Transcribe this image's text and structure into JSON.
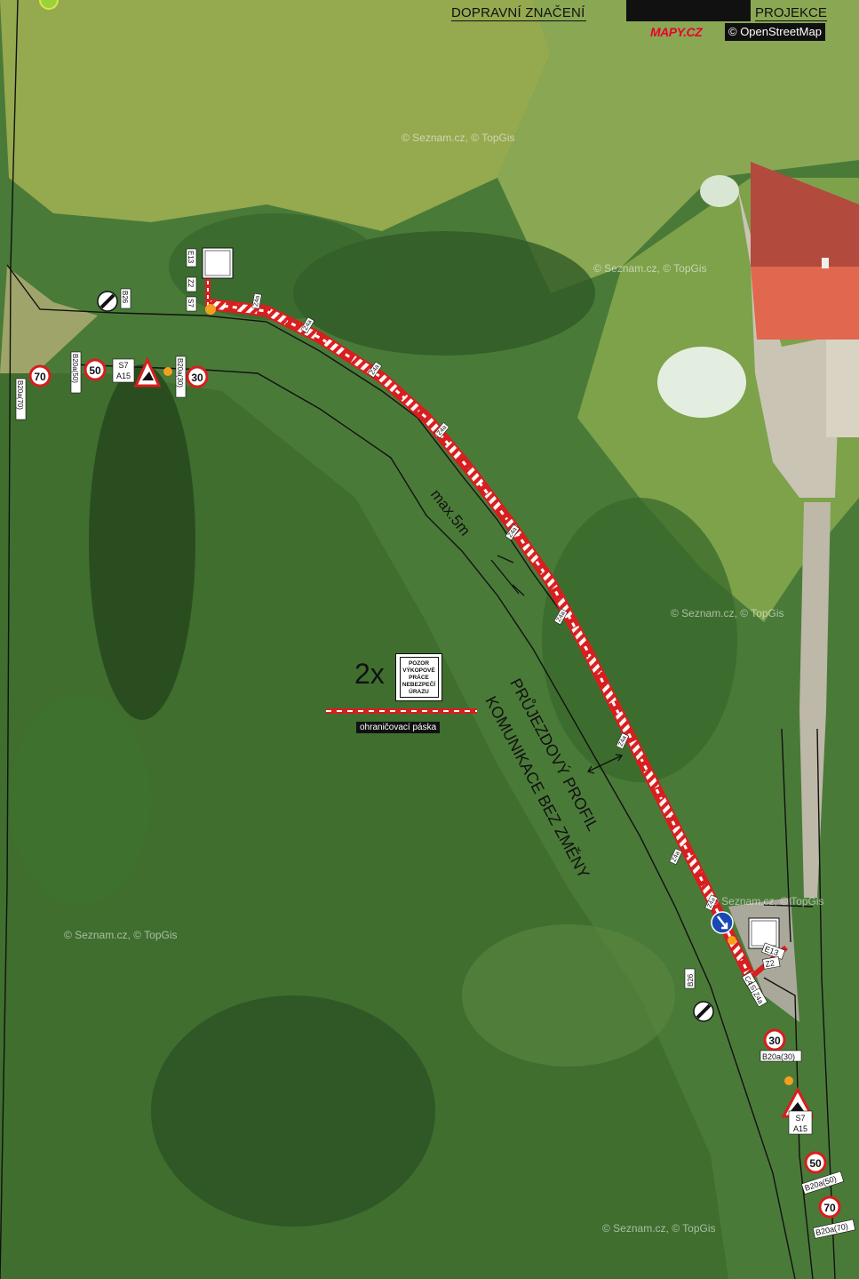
{
  "header": {
    "left_label": "DOPRAVNÍ ZNAČENÍ",
    "right_label": "PROJEKCE"
  },
  "attribution": {
    "brand": "MAPY.CZ",
    "osm": "© OpenStreetMap",
    "watermark": "© Seznam.cz, © TopGis"
  },
  "legend": {
    "multiplier": "2x",
    "card_text": "POZOR VÝKOPOVÉ PRÁCE NEBEZPEČÍ ÚRAZU",
    "tape_label": "ohraničovací páska",
    "tape_colors": [
      "#d81e1e",
      "#ffffff"
    ]
  },
  "annotations": {
    "width": "max.5m",
    "profile_line1": "PRŮJEZDOVÝ PROFIL",
    "profile_line2": "KOMUNIKACE BEZ ZMĚNY"
  },
  "signs": {
    "speed": [
      "70",
      "50",
      "30"
    ],
    "speed_plates": [
      "B20a(70)",
      "B20a(50)",
      "B20a(30)"
    ],
    "warning_plates": [
      "S7",
      "A15"
    ],
    "end_limit": "B26",
    "barrier_plate": "Z4a",
    "other_plates": [
      "E13",
      "Z2",
      "S7",
      "C4b"
    ]
  },
  "colors": {
    "tape_red": "#d81e1e",
    "sign_red": "#d81e1e",
    "mandatory_blue": "#1a49b5",
    "lamp_orange": "#f3a01f"
  }
}
